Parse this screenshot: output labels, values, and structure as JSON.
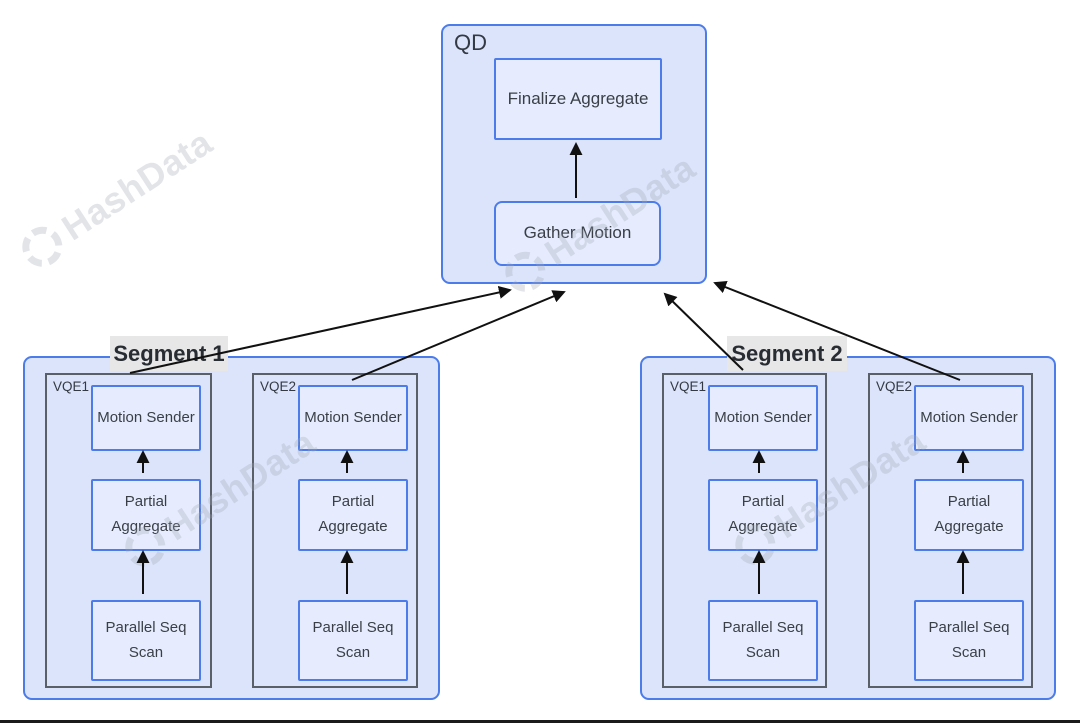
{
  "watermark": {
    "text": "HashData"
  },
  "qd": {
    "title": "QD",
    "nodes": [
      "Finalize Aggregate",
      "Gather Motion"
    ]
  },
  "segments": [
    {
      "title": "Segment 1",
      "vqes": [
        {
          "label": "VQE1",
          "nodes": [
            "Motion Sender",
            "Partial Aggregate",
            "Parallel Seq Scan"
          ]
        },
        {
          "label": "VQE2",
          "nodes": [
            "Motion Sender",
            "Partial Aggregate",
            "Parallel Seq Scan"
          ]
        }
      ]
    },
    {
      "title": "Segment 2",
      "vqes": [
        {
          "label": "VQE1",
          "nodes": [
            "Motion Sender",
            "Partial Aggregate",
            "Parallel Seq Scan"
          ]
        },
        {
          "label": "VQE2",
          "nodes": [
            "Motion Sender",
            "Partial Aggregate",
            "Parallel Seq Scan"
          ]
        }
      ]
    }
  ],
  "colors": {
    "container_fill": "#dbe4fb",
    "container_border": "#4c7cea",
    "node_fill": "#e6ecfd",
    "node_border": "#4c7cea",
    "vqe_border": "#5a6068",
    "text": "#3a3f47",
    "segment_label_bg": "#e7e7e7",
    "arrow": "#111111",
    "watermark_gray": "#9ea5b4"
  }
}
